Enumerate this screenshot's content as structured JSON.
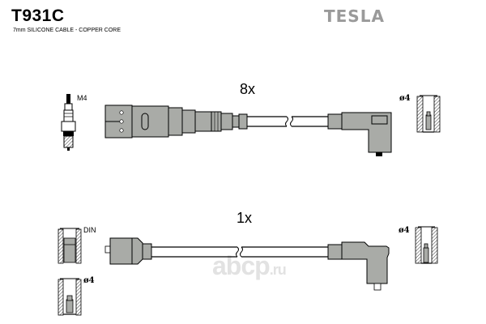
{
  "header": {
    "part_number": "T931C",
    "subtitle": "7mm SILICONE CABLE - COPPER CORE",
    "brand": "TESLA"
  },
  "top_lead": {
    "quantity": "8x",
    "left_terminal_label": "M4",
    "right_terminal_label": "ø4"
  },
  "bottom_lead": {
    "quantity": "1x",
    "left_terminal_label_din": "DIN",
    "left_terminal_label_4": "ø4",
    "right_terminal_label": "ø4"
  },
  "watermark": {
    "main": "abcp",
    "suffix": ".ru"
  },
  "colors": {
    "boot_fill": "#a9aba7",
    "outline": "#000000",
    "brand": "#9a9a9a"
  }
}
